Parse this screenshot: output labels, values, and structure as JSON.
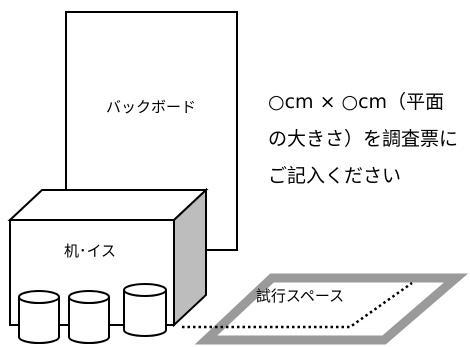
{
  "labels": {
    "backboard": "バックボード",
    "desk": "机･イス",
    "trial_space": "試行スペース"
  },
  "note": {
    "lines": [
      "○cm × ○cm（平面",
      "の大きさ）を調査票に",
      "ご記入ください"
    ]
  },
  "colors": {
    "outline": "#000000",
    "floor_border": "#9a9a9a",
    "desk_side": "#bdbdbd",
    "background": "#ffffff"
  }
}
